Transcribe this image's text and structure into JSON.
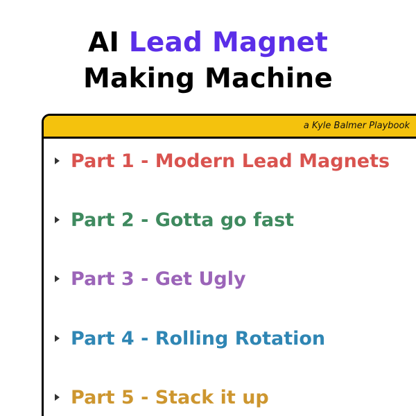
{
  "title": {
    "prefix": "AI",
    "accent": "Lead Magnet",
    "line2": "Making Machine"
  },
  "card": {
    "byline": "a Kyle Balmer Playbook"
  },
  "parts": [
    {
      "label": "Part 1 - Modern Lead Magnets",
      "color": "#d9534f"
    },
    {
      "label": "Part 2 - Gotta go fast",
      "color": "#3f8a5f"
    },
    {
      "label": "Part 3 - Get Ugly",
      "color": "#9b64b8"
    },
    {
      "label": "Part 4 - Rolling Rotation",
      "color": "#2f86b4"
    },
    {
      "label": "Part 5 - Stack it up",
      "color": "#cd962f"
    }
  ],
  "colors": {
    "accent": "#5b2ee8",
    "header": "#f4c20d"
  }
}
